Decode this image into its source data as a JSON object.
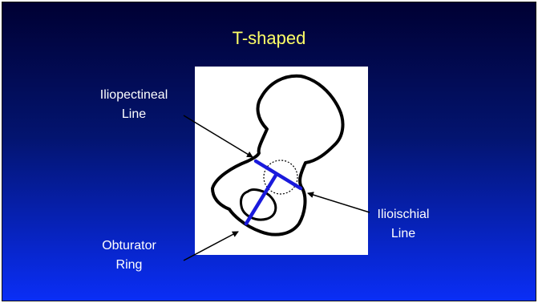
{
  "slide": {
    "title": "T-shaped",
    "labels": {
      "iliopectineal": "Iliopectineal\nLine",
      "ilioischial": "Ilioischial\nLine",
      "obturator": "Obturator\nRing"
    }
  },
  "colors": {
    "background_top": "#000033",
    "background_bottom": "#0a2ef6",
    "title": "#ffff66",
    "label_text": "#ffffff",
    "t_lines": "#1a1adc",
    "outline": "#000000"
  }
}
